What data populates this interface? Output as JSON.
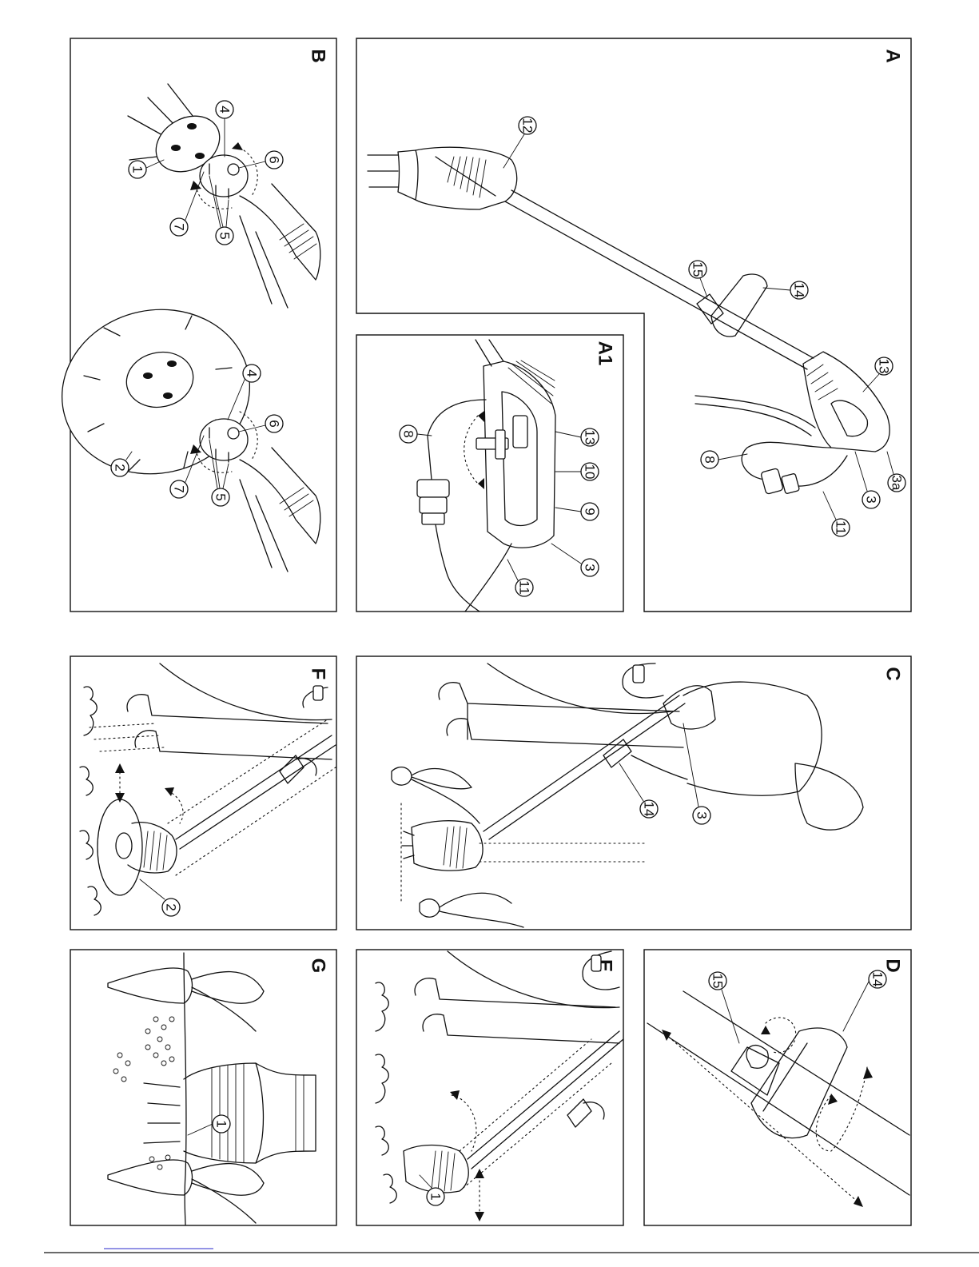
{
  "panels": {
    "A": {
      "label": "A",
      "callouts": [
        "12",
        "15",
        "14",
        "13",
        "8",
        "3",
        "3a",
        "11"
      ]
    },
    "A1": {
      "label": "A1",
      "callouts": [
        "8",
        "13",
        "10",
        "9",
        "3",
        "11"
      ]
    },
    "B": {
      "label": "B",
      "callouts": [
        "4",
        "6",
        "1",
        "7",
        "5",
        "4",
        "6",
        "2",
        "7",
        "5"
      ]
    },
    "C": {
      "label": "C",
      "callouts": [
        "14",
        "3"
      ]
    },
    "D": {
      "label": "D",
      "callouts": [
        "15",
        "14"
      ]
    },
    "E": {
      "label": "E",
      "callouts": [
        "1"
      ]
    },
    "F": {
      "label": "F",
      "callouts": [
        "2"
      ]
    },
    "G": {
      "label": "G",
      "callouts": [
        "1"
      ]
    }
  },
  "colors": {
    "line": "#111111",
    "link": "#2a2acc",
    "background": "#ffffff"
  }
}
